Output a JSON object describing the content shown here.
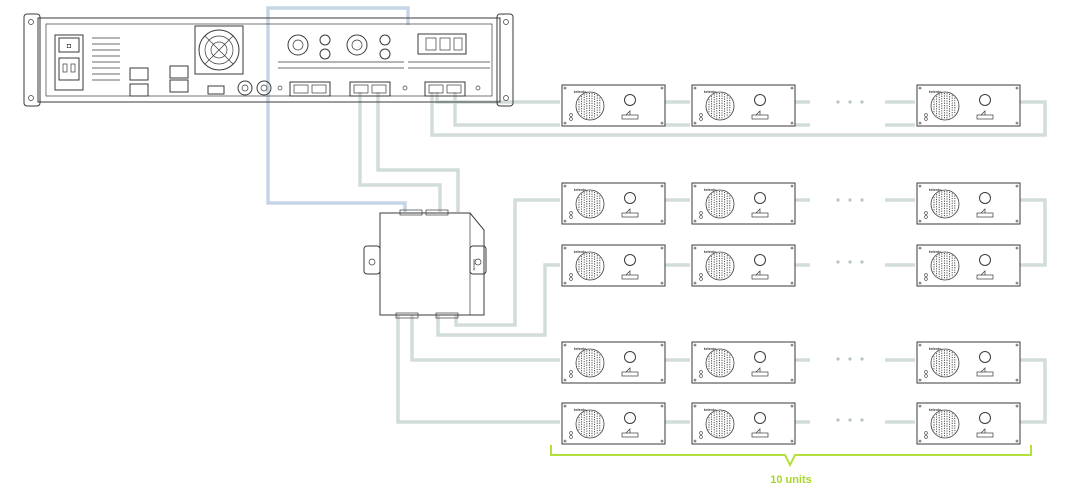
{
  "diagram": {
    "brand_label": "televic",
    "units_label": "10 units",
    "colors": {
      "cable_grey": "#d3ddd8",
      "cable_blue": "#c6d5e6",
      "brace": "#b4e03c",
      "label": "#a6d82a",
      "outline": "#3a3a3a"
    },
    "central_unit": {
      "icon": "rack-central-unit-icon"
    },
    "hub": {
      "icon": "network-hub-icon",
      "label": "televic"
    },
    "rows": [
      {
        "id": "row-1",
        "units_visible": 3
      },
      {
        "id": "row-2",
        "units_visible": 3
      },
      {
        "id": "row-3",
        "units_visible": 3
      },
      {
        "id": "row-4",
        "units_visible": 3
      },
      {
        "id": "row-5",
        "units_visible": 3
      }
    ]
  }
}
